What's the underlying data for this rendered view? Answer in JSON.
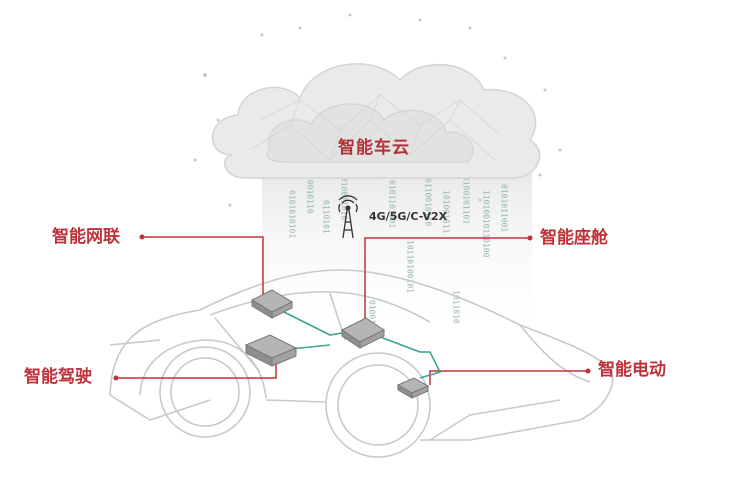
{
  "diagram": {
    "cloud_title": "智能车云",
    "connectivity": "4G/5G/C-V2X",
    "labels": {
      "network": "智能网联",
      "cockpit": "智能座舱",
      "driving": "智能驾驶",
      "powertrain": "智能电动"
    },
    "colors": {
      "accent": "#c0323a",
      "link_line": "#3aa394",
      "cloud_fill": "#e9e9e7",
      "car_outline": "#c9c9c9",
      "module_fill": "#9a9a9a"
    },
    "icons": [
      "signal-tower-icon",
      "cloud-icon",
      "car-outline"
    ]
  }
}
